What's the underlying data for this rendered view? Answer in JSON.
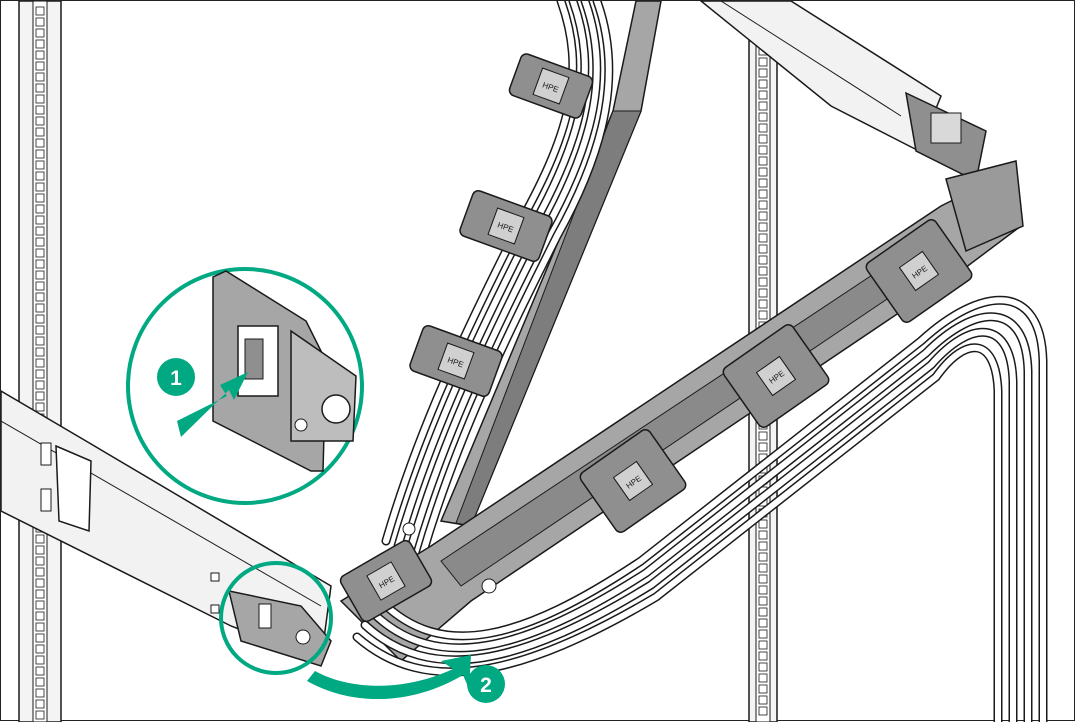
{
  "colors": {
    "accent": "#01a982",
    "line": "#1a1a1a",
    "cable_fill": "#ffffff",
    "arm_fill": "#a6a6a6",
    "arm_dark": "#6d6d6d",
    "clip_fill": "#8f8f8f",
    "rail_fill": "#f2f2f2"
  },
  "steps": [
    {
      "number": "1",
      "icon": "push-arrow-icon"
    },
    {
      "number": "2",
      "icon": "rotate-arrow-icon"
    }
  ],
  "clip_label": "HPE"
}
